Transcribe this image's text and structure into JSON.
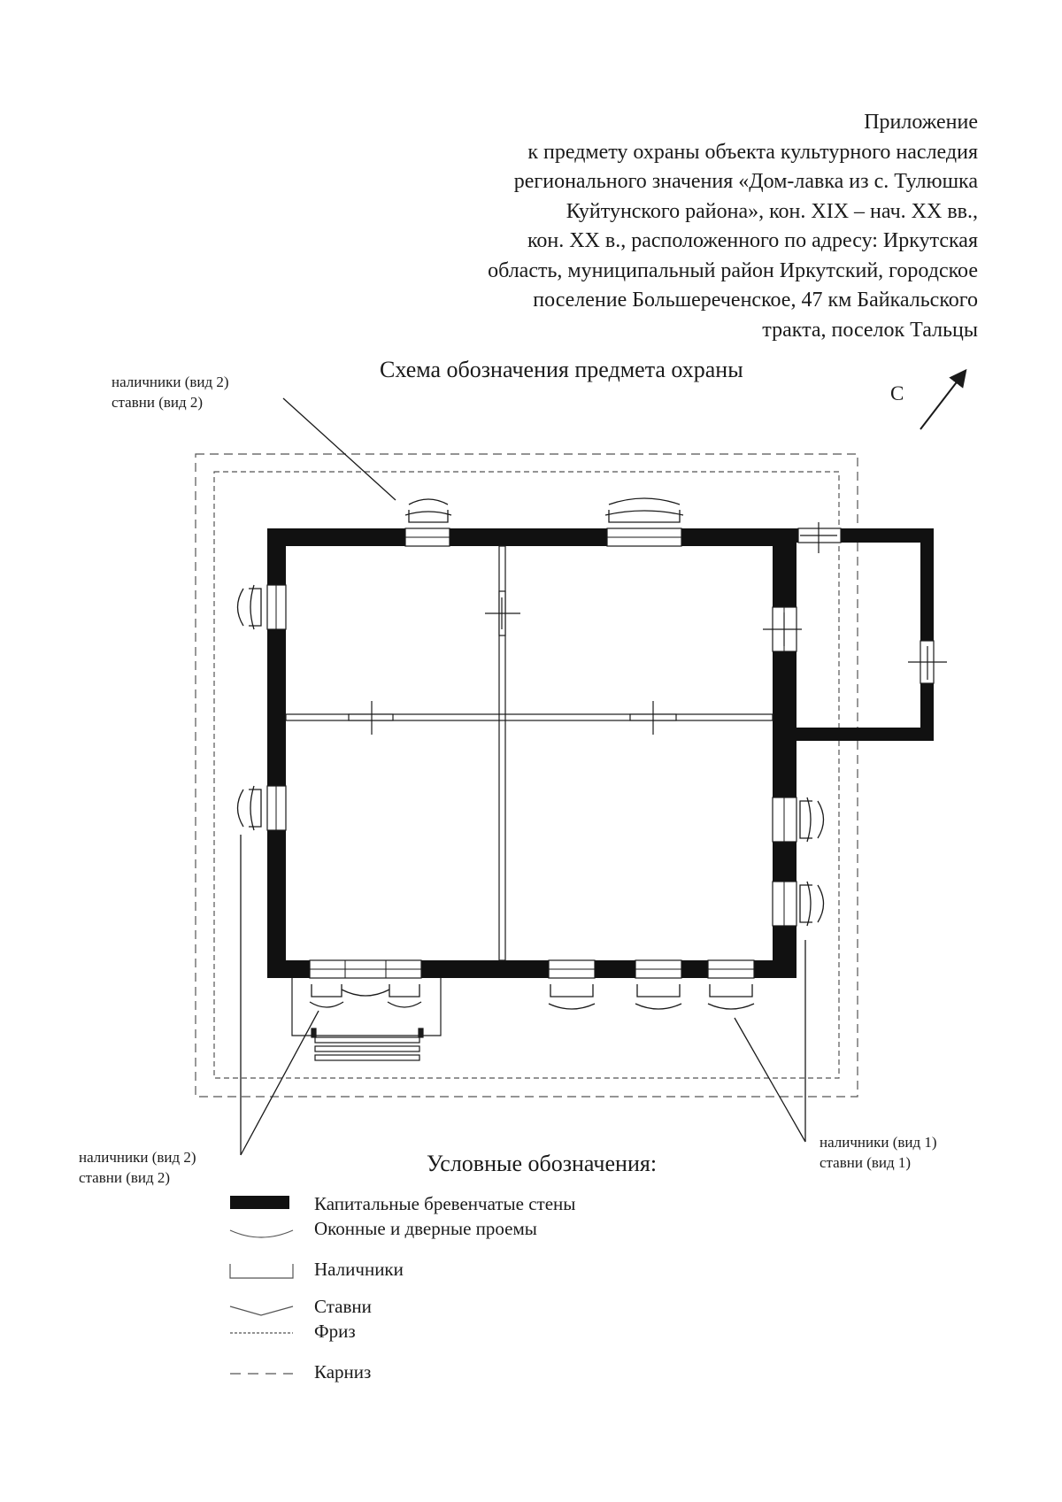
{
  "header": {
    "lines": [
      "Приложение",
      "к предмету охраны объекта культурного наследия",
      "регионального значения «Дом-лавка из с. Тулюшка",
      "Куйтунского района», кон. XIX – нач. XX вв.,",
      "кон. XX в., расположенного по адресу: Иркутская",
      "область, муниципальный район Иркутский, городское",
      "поселение Большереченское, 47 км Байкальского",
      "тракта, поселок Тальцы"
    ]
  },
  "scheme_title": "Схема обозначения предмета охраны",
  "north_label": "С",
  "callouts": {
    "top_left": [
      "наличники (вид 2)",
      "ставни (вид 2)"
    ],
    "bottom_left": [
      "наличники (вид 2)",
      "ставни (вид 2)"
    ],
    "bottom_right": [
      "наличники (вид 1)",
      "ставни (вид 1)"
    ]
  },
  "legend": {
    "title": "Условные обозначения:",
    "items": [
      "Капитальные бревенчатые стены",
      "Оконные и дверные проемы",
      "Наличники",
      "Ставни",
      "Фриз",
      "Карниз"
    ]
  },
  "colors": {
    "ink": "#1a1a1a",
    "paper": "#ffffff"
  }
}
